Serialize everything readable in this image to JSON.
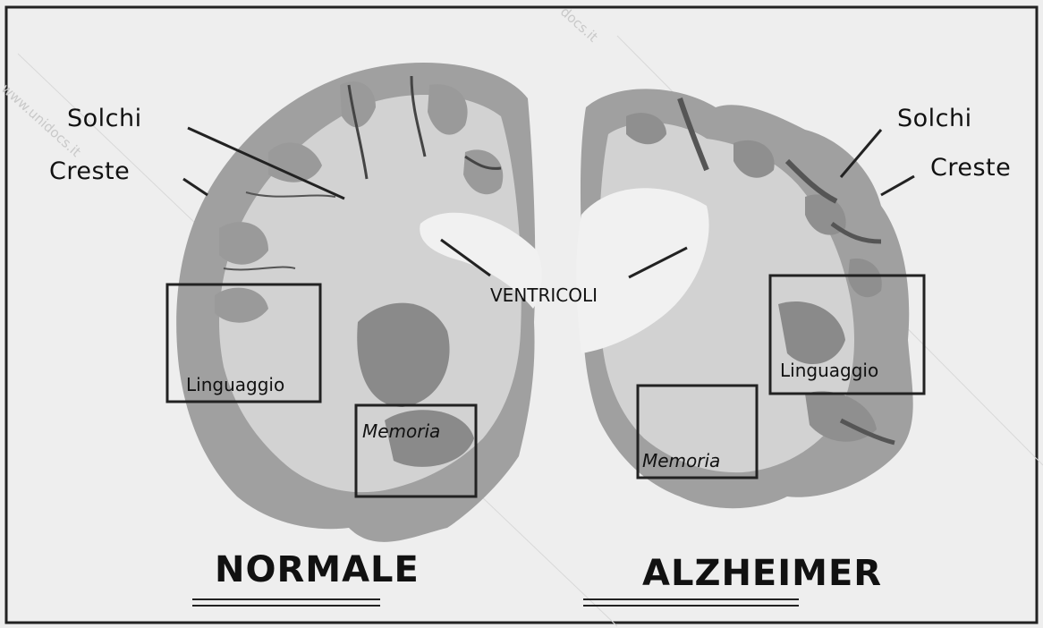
{
  "labels": {
    "normal": {
      "solchi": "Solchi",
      "creste": "Creste",
      "linguaggio": "Linguaggio",
      "memoria": "Memoria",
      "title": "NORMALE"
    },
    "ventricoli": "VENTRICOLI",
    "alzheimer": {
      "solchi": "Solchi",
      "creste": "Creste",
      "linguaggio": "Linguaggio",
      "memoria": "Memoria",
      "title": "ALZHEIMER"
    }
  },
  "watermarks": [
    "www.unidocs.it",
    "docs.it"
  ],
  "colors": {
    "background": "#eeeeee",
    "frame": "#222222",
    "white_matter": "#d2d2d2",
    "gray_matter": "#a0a0a0",
    "dark_matter": "#7a7a7a",
    "ventricle": "#f1f1f1"
  }
}
